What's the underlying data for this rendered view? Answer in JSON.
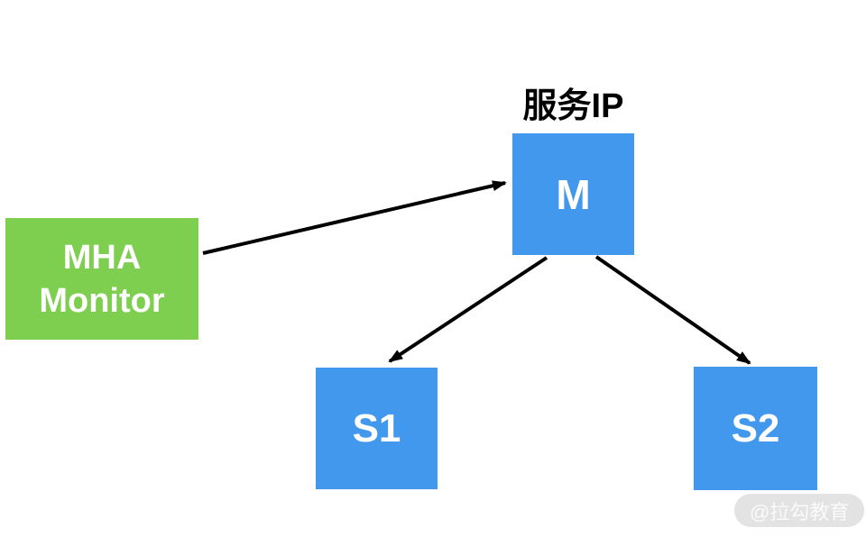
{
  "diagram": {
    "service_ip_label": "服务IP",
    "nodes": {
      "monitor": {
        "label_line1": "MHA",
        "label_line2": "Monitor",
        "color": "#7ecf4f",
        "text_color": "#ffffff"
      },
      "master": {
        "label": "M",
        "color": "#4298ec",
        "text_color": "#ffffff"
      },
      "slave1": {
        "label": "S1",
        "color": "#4298ec",
        "text_color": "#ffffff"
      },
      "slave2": {
        "label": "S2",
        "color": "#4298ec",
        "text_color": "#ffffff"
      }
    },
    "edges": [
      {
        "from": "monitor",
        "to": "master"
      },
      {
        "from": "master",
        "to": "slave1"
      },
      {
        "from": "master",
        "to": "slave2"
      }
    ],
    "arrow_color": "#000000",
    "background": "#ffffff"
  },
  "watermark": {
    "text": "@拉勾教育",
    "bg_color": "#e3e3e3",
    "text_color": "#fafafa"
  }
}
